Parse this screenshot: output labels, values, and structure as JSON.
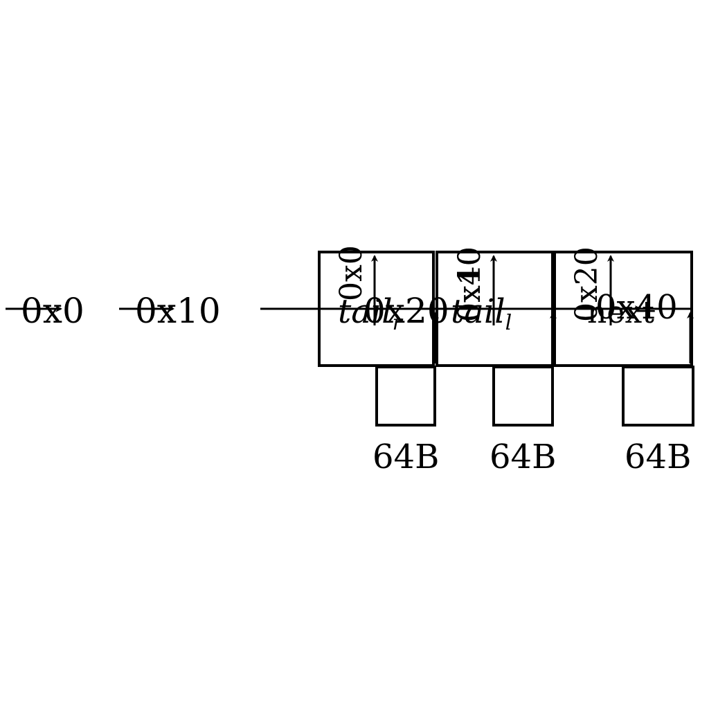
{
  "diagram": {
    "addresses": [
      "0x0",
      "0x10",
      "0x20",
      "0x40",
      "0x10",
      "0x20",
      "0x40"
    ],
    "pointers": {
      "tail_r": {
        "base": "tail",
        "sub": "r"
      },
      "tail_l": {
        "base": "tail",
        "sub": "l"
      },
      "next": "next"
    },
    "block_sizes": [
      "64B",
      "64B",
      "64B"
    ],
    "colors": {
      "stroke": "#000000",
      "background": "#ffffff"
    }
  }
}
